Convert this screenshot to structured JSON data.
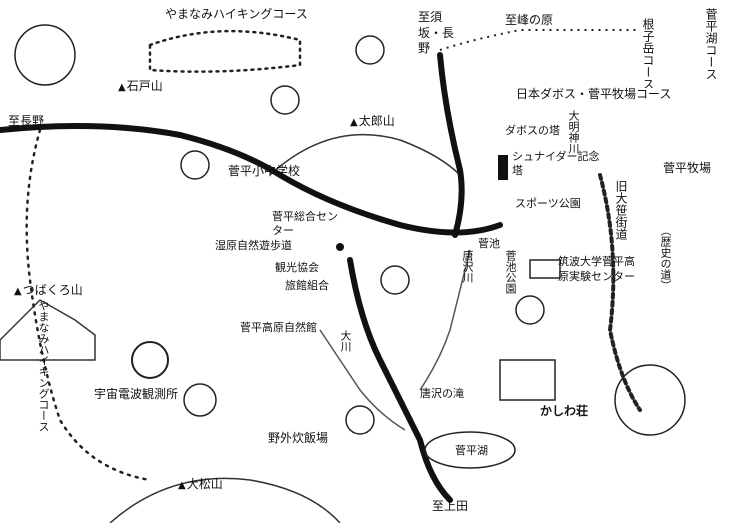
{
  "map": {
    "trail_top": "やまなみハイキングコース",
    "trail_left": "やまなみハイキングコース",
    "dabos_course": "日本ダボス・菅平牧場コース",
    "kaminetake_course": "根子岳コース",
    "sugadairako_course": "菅平湖コース",
    "history_road": "（歴史の道）",
    "mountains": {
      "ishido": "石戸山",
      "tarou": "太郎山",
      "tsubakuro": "つばくろ山",
      "omatsu": "大松山"
    },
    "destinations": {
      "nagano_left": "至長野",
      "suzaka": "至須坂・長野",
      "minenohara": "至峰の原",
      "ueda": "至上田"
    },
    "places": {
      "school": "菅平小中学校",
      "center": "菅平総合センター",
      "marsh_trail": "湿原自然遊歩道",
      "tourism": "観光協会",
      "ryokan": "旅館組合",
      "nature_hall": "菅平高原自然館",
      "radio_obs": "宇宙電波観測所",
      "camp_kitchen": "野外炊飯場",
      "karasawa_falls": "唐沢の滝",
      "kashiwa": "かしわ荘",
      "sugadaira_lake": "菅平湖",
      "dabos_tower": "ダボスの塔",
      "schneider": "シュナイダー記念塔",
      "sports_park": "スポーツ公園",
      "sugaike": "菅池",
      "sugaike_park": "菅池公園",
      "tsukuba": "筑波大学菅平高原実験センター",
      "ranch": "菅平牧場",
      "old_highway": "旧大笹街道"
    },
    "rivers": {
      "karasawa": "唐沢川",
      "daimyo": "大明神川",
      "ogawa": "大川"
    }
  }
}
